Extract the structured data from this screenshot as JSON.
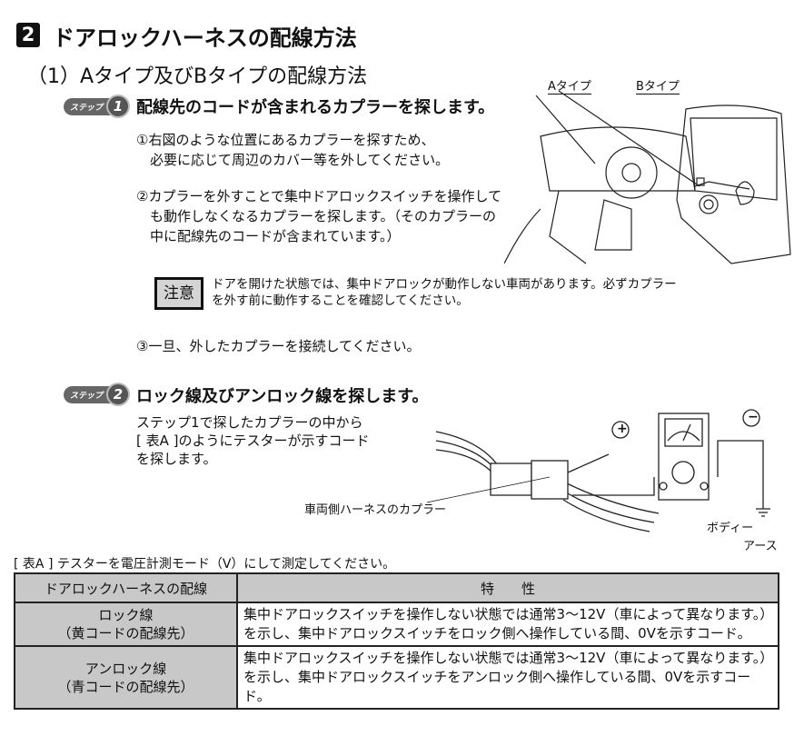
{
  "section_number": "2",
  "title": "ドアロックハーネスの配線方法",
  "subtitle": "（1）Aタイプ及びBタイプの配線方法",
  "step_badge_label": "ステップ",
  "step1": {
    "number": "1",
    "heading": "配線先のコードが含まれるカプラーを探します。",
    "item1": "①右図のような位置にあるカプラーを探すため、\n　必要に応じて周辺のカバー等を外してください。",
    "item2": "②カプラーを外すことで集中ドアロックスイッチを操作しても動作しなくなるカプラーを探します。（そのカプラーの中に配線先のコードが含まれています。）",
    "caution_label": "注意",
    "caution_text": "ドアを開けた状態では、集中ドアロックが動作しない車両があります。必ずカプラー\nを外す前に動作することを確認してください。",
    "item3": "③一旦、外したカプラーを接続してください。",
    "figure_labels": {
      "a_type": "Aタイプ",
      "b_type": "Bタイプ"
    }
  },
  "step2": {
    "number": "2",
    "heading": "ロック線及びアンロック線を探します。",
    "text": "ステップ1で探したカプラーの中から\n[ 表A ]のようにテスターが示すコード\nを探します。",
    "figure_labels": {
      "coupler": "車両側ハーネスのカプラー",
      "plus": "+",
      "minus": "−",
      "body": "ボディー",
      "earth": "アース"
    }
  },
  "table": {
    "caption": "[ 表A ] テスターを電圧計測モード（V）にして測定してください。",
    "headers": [
      "ドアロックハーネスの配線",
      "特　　性"
    ],
    "rows": [
      {
        "name": "ロック線",
        "sub": "（黄コードの配線先）",
        "desc": "集中ドアロックスイッチを操作しない状態では通常3～12V（車によって異なります。）を示し、集中ドアロックスイッチをロック側へ操作している間、0Vを示すコード。"
      },
      {
        "name": "アンロック線",
        "sub": "（青コードの配線先）",
        "desc": "集中ドアロックスイッチを操作しない状態では通常3～12V（車によって異なります。）を示し、集中ドアロックスイッチをアンロック側へ操作している間、0Vを示すコード。"
      }
    ]
  }
}
